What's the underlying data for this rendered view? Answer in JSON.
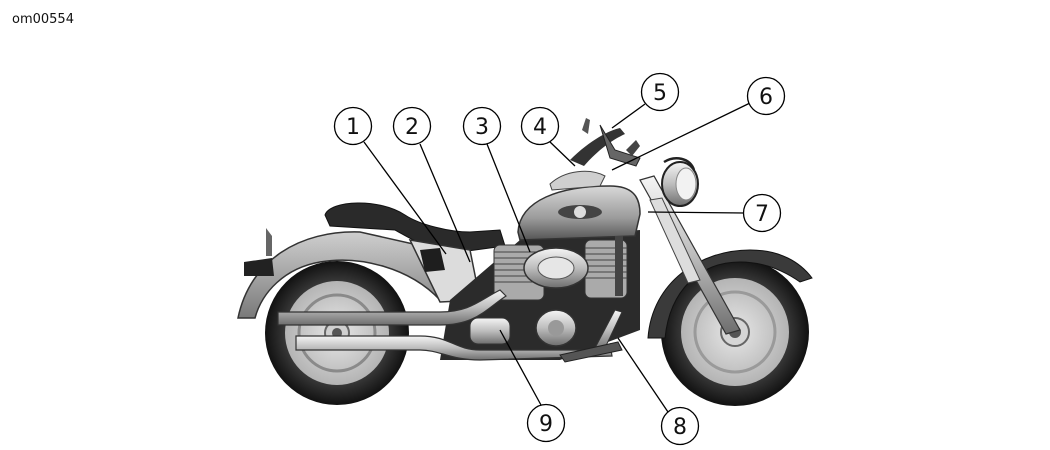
{
  "figure_id": "om00554",
  "callouts": [
    {
      "number": "1"
    },
    {
      "number": "2"
    },
    {
      "number": "3"
    },
    {
      "number": "4"
    },
    {
      "number": "5"
    },
    {
      "number": "6"
    },
    {
      "number": "7"
    },
    {
      "number": "8"
    },
    {
      "number": "9"
    }
  ]
}
